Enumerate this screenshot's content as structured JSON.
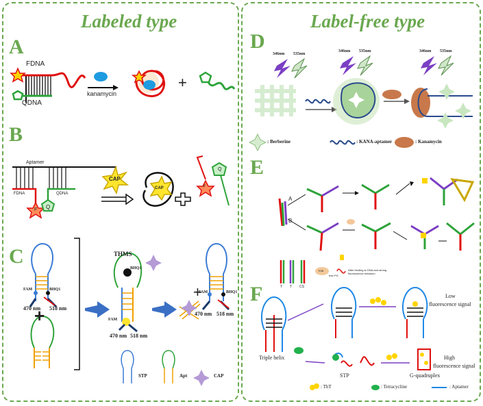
{
  "titles": {
    "left": "Labeled type",
    "right": "Label-free type"
  },
  "letters": {
    "a": "A",
    "b": "B",
    "c": "C",
    "d": "D",
    "e": "E",
    "f": "F"
  },
  "panelA": {
    "fdna": "FDNA",
    "qdna": "QDNA",
    "reagent": "kanamycin",
    "plus": "+"
  },
  "panelB": {
    "aptamer": "Aptamer",
    "fdna": "FDNA",
    "qdna": "QDNA",
    "cap": "CAP",
    "f": "F",
    "q": "Q"
  },
  "panelC": {
    "thms": "THMS",
    "fam": "FAM",
    "bhq1": "BHQ1",
    "wl470": "470 nm",
    "wl518": "518 nm",
    "plus": "+",
    "legend_stp": "STP",
    "legend_apt": "Apt",
    "legend_cap": "CAP"
  },
  "panelD": {
    "ex": "346nm",
    "em": "535nm",
    "legend_berberine": ": Berberine",
    "legend_aptamer": ": KANA-aptamer",
    "legend_kanamycin": ": Kanamycin"
  },
  "panelE": {
    "a": "A",
    "b": "B",
    "t1": "T",
    "t2": "T",
    "cs": "CS",
    "tob": "TOB",
    "pg": "free PG",
    "note": "After binding to DNA and strong fluorescence emission"
  },
  "panelF": {
    "low": "Low",
    "low2": "fluorescence signal",
    "high": "High",
    "high2": "fluorescence signal",
    "triple": "Triple helix",
    "stp": "STP",
    "gq": "G-quadruplex",
    "legend_tht": ": ThT",
    "legend_tet": ": Tetracycline",
    "legend_apt": ": Aptamer"
  }
}
